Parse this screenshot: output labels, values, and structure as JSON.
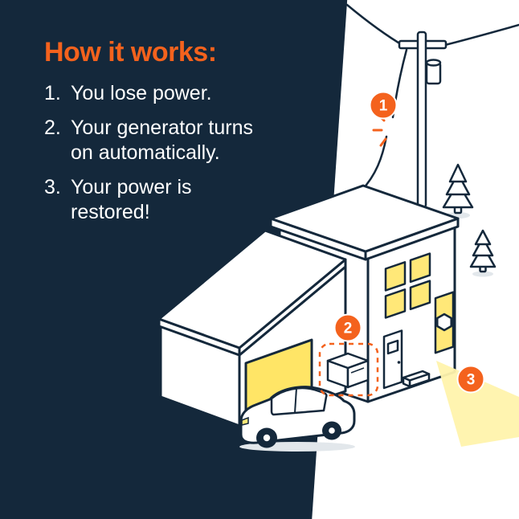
{
  "title": "How it works:",
  "steps": [
    {
      "num": "1.",
      "text": "You lose power."
    },
    {
      "num": "2.",
      "text": "Your generator turns on automatically."
    },
    {
      "num": "3.",
      "text": "Your power is restored!"
    }
  ],
  "markers": [
    {
      "label": "1"
    },
    {
      "label": "2"
    },
    {
      "label": "3"
    }
  ],
  "colors": {
    "background_navy": "#14283B",
    "accent_orange": "#F4621D",
    "window_yellow": "#FFE878",
    "garage_yellow": "#FFE566",
    "beam_yellow": "#FFF3AC"
  }
}
